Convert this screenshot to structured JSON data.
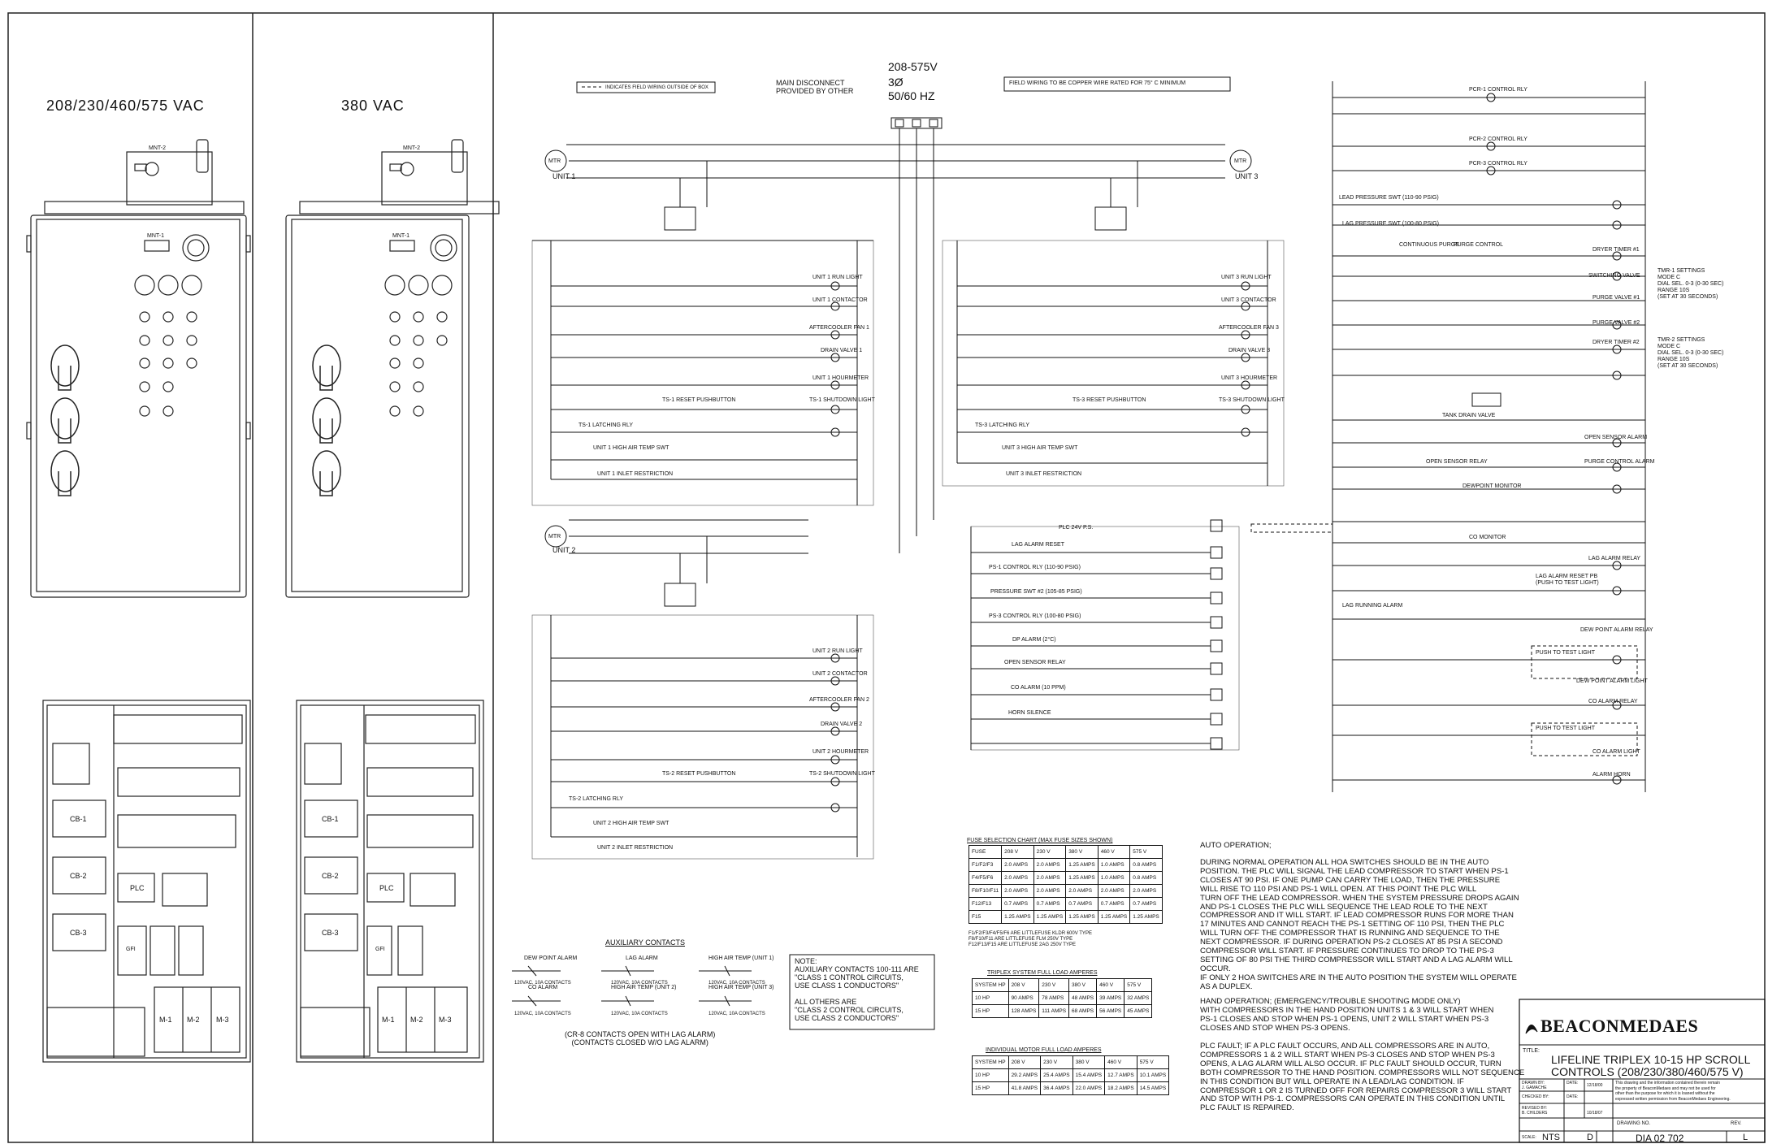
{
  "panels": {
    "left_label": "208/230/460/575 VAC",
    "mid_label": "380 VAC"
  },
  "header": {
    "field_wiring": "INDICATES FIELD WIRING OUTSIDE OF BOX",
    "main_disconnect": "MAIN DISCONNECT\nPROVIDED BY OTHER",
    "voltage": "208-575V",
    "phase": "3Ø",
    "hz": "50/60 HZ",
    "copper_note": "FIELD WIRING TO BE COPPER WIRE RATED FOR 75° C MINIMUM"
  },
  "units": {
    "unit1": "UNIT 1",
    "unit2": "UNIT 2",
    "unit3": "UNIT 3",
    "mtr": "MTR"
  },
  "ladder_labels": {
    "u1_run_light": "UNIT 1 RUN LIGHT",
    "u1_contactor": "UNIT 1 CONTACTOR",
    "aftercooler1": "AFTERCOOLER FAN 1",
    "drain1": "DRAIN VALVE 1",
    "u1_hourmeter": "UNIT 1 HOURMETER",
    "ts1_shutdown": "TS-1 SHUTDOWN LIGHT",
    "ts1_latch": "TS-1 LATCHING RLY",
    "ts1_reset": "TS-1 RESET PUSHBUTTON",
    "u1_high_air": "UNIT 1 HIGH AIR TEMP SWT",
    "u1_inlet": "UNIT 1 INLET RESTRICTION",
    "u2_run_light": "UNIT 2 RUN LIGHT",
    "u2_contactor": "UNIT 2 CONTACTOR",
    "aftercooler2": "AFTERCOOLER FAN 2",
    "drain2": "DRAIN VALVE 2",
    "u2_hourmeter": "UNIT 2 HOURMETER",
    "ts2_shutdown": "TS-2 SHUTDOWN LIGHT",
    "ts2_latch": "TS-2 LATCHING RLY",
    "ts2_reset": "TS-2 RESET PUSHBUTTON",
    "u2_high_air": "UNIT 2 HIGH AIR TEMP SWT",
    "u2_inlet": "UNIT 2 INLET RESTRICTION",
    "u3_run_light": "UNIT 3 RUN LIGHT",
    "u3_contactor": "UNIT 3 CONTACTOR",
    "aftercooler3": "AFTERCOOLER FAN 3",
    "drain3": "DRAIN VALVE 3",
    "u3_hourmeter": "UNIT 3 HOURMETER",
    "ts3_shutdown": "TS-3 SHUTDOWN LIGHT",
    "ts3_latch": "TS-3 LATCHING RLY",
    "ts3_reset": "TS-3 RESET PUSHBUTTON",
    "u3_high_air": "UNIT 3 HIGH AIR TEMP SWT",
    "u3_inlet": "UNIT 3 INLET RESTRICTION",
    "plc_ps": "PLC 24V P.S.",
    "lag_alarm_reset": "LAG ALARM RESET",
    "ps1_ctrl": "PS-1 CONTROL RLY (110-90 PSIG)",
    "pressure_swt": "PRESSURE SWT #2 (105-85 PSIG)",
    "ps3_ctrl": "PS-3 CONTROL RLY (100-80 PSIG)",
    "dp_alarm": "DP ALARM (2°C)",
    "open_sensor": "OPEN SENSOR RELAY",
    "co_alarm": "CO ALARM (10 PPM)",
    "horn_silence": "HORN SILENCE",
    "pcr1": "PCR-1 CONTROL RLY",
    "pcr2": "PCR-2 CONTROL RLY",
    "pcr3": "PCR-3 CONTROL RLY",
    "lead_pressure": "LEAD PRESSURE SWT (110-90 PSIG)",
    "lag_pressure": "LAG PRESSURE SWT (100-80 PSIG)",
    "continuous_purge": "CONTINUOUS PURGE",
    "purge_control": "PURGE CONTROL",
    "dryer_timer1": "DRYER TIMER #1",
    "switching_valve": "SWITCHING VALVE",
    "purge_valve1": "PURGE VALVE #1",
    "dryer_timer2": "DRYER TIMER #2",
    "purge_valve2": "PURGE VALVE #2",
    "tmr1": "TMR-1 SETTINGS\nMODE C\nDIAL SEL. 0-3 (0-30 SEC)\nRANGE 10S\n(SET AT 30 SECONDS)",
    "tmr2": "TMR-2 SETTINGS\nMODE C\nDIAL SEL. 0-3 (0-30 SEC)\nRANGE 10S\n(SET AT 30 SECONDS)",
    "tank_drain": "TANK DRAIN VALVE",
    "open_sensor_alarm": "OPEN SENSOR ALARM",
    "open_sensor_relay": "OPEN SENSOR RELAY",
    "purge_control_alarm": "PURGE CONTROL ALARM",
    "dewpoint_monitor": "DEWPOINT MONITOR",
    "co_monitor": "CO MONITOR",
    "lag_alarm_relay": "LAG ALARM RELAY",
    "lag_reset_pb": "LAG ALARM RESET PB\n(PUSH TO TEST LIGHT)",
    "lag_running": "LAG RUNNING ALARM",
    "dew_point_alarm_relay": "DEW POINT ALARM RELAY",
    "dew_point_alarm_light": "DEW POINT ALARM LIGHT",
    "co_alarm_relay": "CO ALARM RELAY",
    "co_alarm_light": "CO ALARM LIGHT",
    "alarm_horn": "ALARM HORN",
    "push_to_test": "PUSH TO TEST LIGHT"
  },
  "aux_contacts": {
    "title": "AUXILIARY CONTACTS",
    "dew": "DEW POINT ALARM",
    "lag": "LAG ALARM",
    "high1": "HIGH AIR TEMP (UNIT 1)",
    "co": "CO ALARM",
    "high2": "HIGH AIR TEMP (UNIT 2)",
    "high3": "HIGH AIR TEMP (UNIT 3)",
    "rating": "120VAC, 10A CONTACTS",
    "cr8_note": "(CR-8 CONTACTS OPEN WITH LAG ALARM)\n(CONTACTS CLOSED W/O LAG ALARM)",
    "note": "NOTE:\nAUXILIARY CONTACTS 100-111 ARE\n\"CLASS 1 CONTROL CIRCUITS,\nUSE CLASS 1 CONDUCTORS\"\n\nALL OTHERS ARE\n\"CLASS 2 CONTROL CIRCUITS,\nUSE CLASS 2 CONDUCTORS\""
  },
  "fuse_chart": {
    "title": "FUSE SELECTION CHART (MAX FUSE SIZES SHOWN)",
    "headers": [
      "FUSE",
      "208 V",
      "230 V",
      "380 V",
      "460 V",
      "575 V"
    ],
    "rows": [
      [
        "F1/F2/F3",
        "2.0 AMPS",
        "2.0 AMPS",
        "1.25 AMPS",
        "1.0 AMPS",
        "0.8 AMPS"
      ],
      [
        "F4/F5/F6",
        "2.0 AMPS",
        "2.0 AMPS",
        "1.25 AMPS",
        "1.0 AMPS",
        "0.8 AMPS"
      ],
      [
        "F8/F10/F11",
        "2.0 AMPS",
        "2.0 AMPS",
        "2.0 AMPS",
        "2.0 AMPS",
        "2.0 AMPS"
      ],
      [
        "F12/F13",
        "0.7 AMPS",
        "0.7 AMPS",
        "0.7 AMPS",
        "0.7 AMPS",
        "0.7 AMPS"
      ],
      [
        "F15",
        "1.25 AMPS",
        "1.25 AMPS",
        "1.25 AMPS",
        "1.25 AMPS",
        "1.25 AMPS"
      ]
    ],
    "footnote": "F1/F2/F3/F4/F5/F6 ARE LITTLEFUSE KLDR 600V TYPE\nF8/F10/F11 ARE LITTLEFUSE FLM 250V TYPE\nF12/F13/F15 ARE LITTLEFUSE 2AG 250V TYPE"
  },
  "triplex_fla": {
    "title": "TRIPLEX SYSTEM FULL LOAD AMPERES",
    "headers": [
      "SYSTEM HP",
      "208 V",
      "230 V",
      "380 V",
      "460 V",
      "575 V"
    ],
    "rows": [
      [
        "10 HP",
        "90 AMPS",
        "78 AMPS",
        "48 AMPS",
        "39 AMPS",
        "32 AMPS"
      ],
      [
        "15 HP",
        "128 AMPS",
        "111 AMPS",
        "68 AMPS",
        "56 AMPS",
        "45 AMPS"
      ]
    ]
  },
  "motor_fla": {
    "title": "INDIVIDUAL MOTOR FULL LOAD AMPERES",
    "headers": [
      "SYSTEM HP",
      "208 V",
      "230 V",
      "380 V",
      "460 V",
      "575 V"
    ],
    "rows": [
      [
        "10 HP",
        "29.2 AMPS",
        "25.4 AMPS",
        "15.4 AMPS",
        "12.7 AMPS",
        "10.1 AMPS"
      ],
      [
        "15 HP",
        "41.8 AMPS",
        "36.4 AMPS",
        "22.0 AMPS",
        "18.2 AMPS",
        "14.5 AMPS"
      ]
    ]
  },
  "notes": {
    "auto_title": "AUTO OPERATION;",
    "auto_text": "DURING NORMAL OPERATION ALL HOA SWITCHES SHOULD BE IN THE AUTO\nPOSITION. THE PLC WILL SIGNAL THE LEAD COMPRESSOR TO START WHEN PS-1\nCLOSES AT 90 PSI. IF ONE PUMP CAN CARRY THE LOAD, THEN THE PRESSURE\nWILL RISE TO 110 PSI AND PS-1 WILL OPEN. AT THIS POINT THE PLC WILL\nTURN OFF THE LEAD COMPRESSOR. WHEN THE SYSTEM PRESSURE DROPS AGAIN\nAND PS-1 CLOSES THE PLC WILL SEQUENCE THE LEAD ROLE TO THE NEXT\nCOMPRESSOR AND IT WILL START. IF LEAD COMPRESSOR RUNS FOR MORE THAN\n17 MINUTES AND CANNOT REACH THE PS-1 SETTING OF 110 PSI, THEN THE PLC\nWILL TURN OFF THE COMPRESSOR THAT IS RUNNING AND SEQUENCE TO THE\nNEXT COMPRESSOR. IF DURING OPERATION PS-2 CLOSES AT 85 PSI A SECOND\nCOMPRESSOR WILL START. IF PRESSURE CONTINUES TO DROP TO THE PS-3\nSETTING OF 80 PSI THE THIRD COMPRESSOR WILL START AND A LAG ALARM WILL\nOCCUR.\nIF ONLY 2 HOA SWITCHES ARE IN THE AUTO POSITION THE SYSTEM WILL OPERATE\nAS A DUPLEX.",
    "hand_text": "HAND OPERATION; (EMERGENCY/TROUBLE SHOOTING MODE ONLY)\nWITH COMPRESSORS IN THE HAND POSITION UNITS 1 & 3 WILL START WHEN\nPS-1 CLOSES AND STOP WHEN PS-1 OPENS, UNIT 2 WILL START WHEN PS-3\nCLOSES AND STOP WHEN PS-3 OPENS.",
    "plc_text": "PLC FAULT; IF A PLC FAULT OCCURS, AND ALL COMPRESSORS ARE IN AUTO,\nCOMPRESSORS 1 & 2 WILL START WHEN PS-3 CLOSES AND STOP WHEN PS-3\nOPENS, A LAG ALARM WILL ALSO OCCUR. IF PLC FAULT SHOULD OCCUR, TURN\nBOTH COMPRESSOR TO THE HAND POSITION. COMPRESSORS WILL NOT SEQUENCE\nIN THIS CONDITION BUT WILL OPERATE IN A LEAD/LAG CONDITION. IF\nCOMPRESSOR 1 OR 2 IS TURNED OFF FOR REPAIRS COMPRESSOR 3 WILL START\nAND STOP WITH PS-1. COMPRESSORS CAN OPERATE IN THIS CONDITION UNTIL\nPLC FAULT IS REPAIRED."
  },
  "title_block": {
    "logo": "BEACONMEDAES",
    "title_label": "TITLE:",
    "title1": "LIFELINE TRIPLEX 10-15 HP SCROLL",
    "title2": "CONTROLS (208/230/380/460/575 V)",
    "drawn_by": "DRAWN BY:",
    "drawn_name": "J. GAMACHE",
    "date_label": "DATE:",
    "drawn_date": "12/18/00",
    "checked_by": "CHECKED BY:",
    "checked_date_label": "DATE:",
    "revised_by": "REVISED BY:",
    "revised_name": "B. CHILDERS",
    "revised_date": "10/18/07",
    "scale_label": "SCALE:",
    "scale": "NTS",
    "size": "D",
    "drawing_no_label": "DRAWING NO.",
    "drawing_no": "DIA 02 702",
    "rev_label": "REV.",
    "rev": "L",
    "confidential": "This drawing and the information contained therein remain\nthe property of BeaconMedaes and may not be used for\nother than the purpose for which it is loaned without the\nexpressed written permission from BeaconMedaes Engineering."
  },
  "enclosure": {
    "mnt2": "MNT-2",
    "mnt1": "MNT-1",
    "cb1": "CB-1",
    "cb2": "CB-2",
    "cb3": "CB-3",
    "plc": "PLC",
    "m1": "M-1",
    "m2": "M-2",
    "m3": "M-3",
    "gfi": "GFI"
  }
}
